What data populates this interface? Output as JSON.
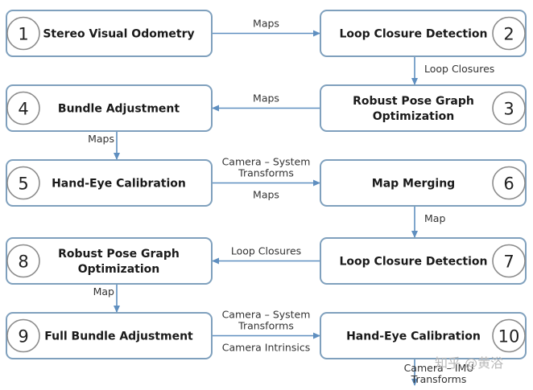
{
  "nodes": [
    {
      "id": 1,
      "number": "1",
      "lines": [
        "Stereo Visual Odometry"
      ]
    },
    {
      "id": 2,
      "number": "2",
      "lines": [
        "Loop Closure Detection"
      ]
    },
    {
      "id": 3,
      "number": "3",
      "lines": [
        "Robust Pose Graph",
        "Optimization"
      ]
    },
    {
      "id": 4,
      "number": "4",
      "lines": [
        "Bundle Adjustment"
      ]
    },
    {
      "id": 5,
      "number": "5",
      "lines": [
        "Hand-Eye Calibration"
      ]
    },
    {
      "id": 6,
      "number": "6",
      "lines": [
        "Map Merging"
      ]
    },
    {
      "id": 7,
      "number": "7",
      "lines": [
        "Loop Closure Detection"
      ]
    },
    {
      "id": 8,
      "number": "8",
      "lines": [
        "Robust Pose Graph",
        "Optimization"
      ]
    },
    {
      "id": 9,
      "number": "9",
      "lines": [
        "Full Bundle Adjustment"
      ]
    },
    {
      "id": 10,
      "number": "10",
      "lines": [
        "Hand-Eye Calibration"
      ]
    }
  ],
  "edges": [
    {
      "from": 1,
      "to": 2,
      "label_above": [
        "Maps"
      ],
      "label_below": []
    },
    {
      "from": 2,
      "to": 3,
      "label_side": [
        "Loop Closures"
      ]
    },
    {
      "from": 3,
      "to": 4,
      "label_above": [
        "Maps"
      ],
      "label_below": []
    },
    {
      "from": 4,
      "to": 5,
      "label_side": [
        "Maps"
      ]
    },
    {
      "from": 5,
      "to": 6,
      "label_above": [
        "Camera – System",
        "Transforms"
      ],
      "label_below": [
        "Maps"
      ]
    },
    {
      "from": 6,
      "to": 7,
      "label_side": [
        "Map"
      ]
    },
    {
      "from": 7,
      "to": 8,
      "label_above": [
        "Loop Closures"
      ],
      "label_below": []
    },
    {
      "from": 8,
      "to": 9,
      "label_side": [
        "Map"
      ]
    },
    {
      "from": 9,
      "to": 10,
      "label_above": [
        "Camera – System",
        "Transforms"
      ],
      "label_below": [
        "Camera Intrinsics"
      ]
    },
    {
      "from": 10,
      "to": null,
      "label_side": [
        "Camera – IMU",
        "Transforms"
      ]
    }
  ],
  "watermark": "知乎 @黄浴"
}
